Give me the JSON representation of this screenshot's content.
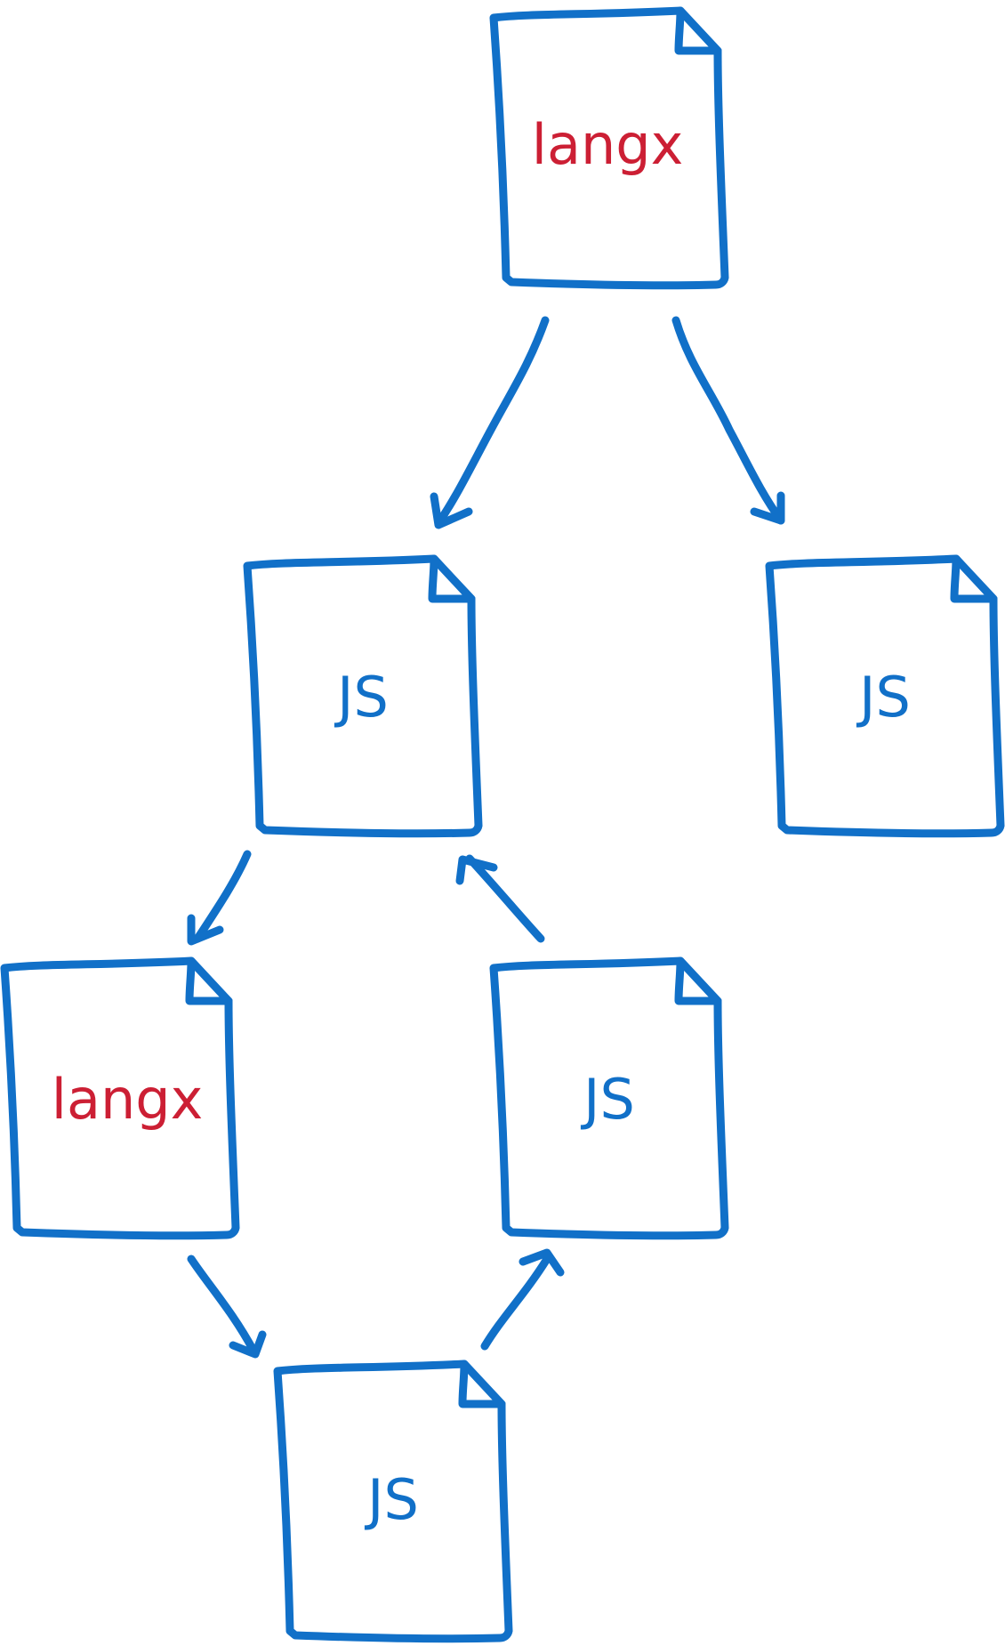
{
  "colors": {
    "outline": "#1170C8",
    "langx_text": "#CC1F34",
    "js_text": "#1170C8",
    "background": "#FFFFFF"
  },
  "documents": [
    {
      "id": "doc-top-langx",
      "label": "langx",
      "kind": "langx"
    },
    {
      "id": "doc-mid-left-js",
      "label": "JS",
      "kind": "js"
    },
    {
      "id": "doc-mid-right-js",
      "label": "JS",
      "kind": "js"
    },
    {
      "id": "doc-lower-left-langx",
      "label": "langx",
      "kind": "langx"
    },
    {
      "id": "doc-lower-right-js",
      "label": "JS",
      "kind": "js"
    },
    {
      "id": "doc-bottom-js",
      "label": "JS",
      "kind": "js"
    }
  ],
  "arrows": [
    {
      "from": "doc-top-langx",
      "to": "doc-mid-left-js"
    },
    {
      "from": "doc-top-langx",
      "to": "doc-mid-right-js"
    },
    {
      "from": "doc-mid-left-js",
      "to": "doc-lower-left-langx"
    },
    {
      "from": "doc-lower-right-js",
      "to": "doc-mid-left-js"
    },
    {
      "from": "doc-lower-left-langx",
      "to": "doc-bottom-js"
    },
    {
      "from": "doc-bottom-js",
      "to": "doc-lower-right-js"
    }
  ]
}
